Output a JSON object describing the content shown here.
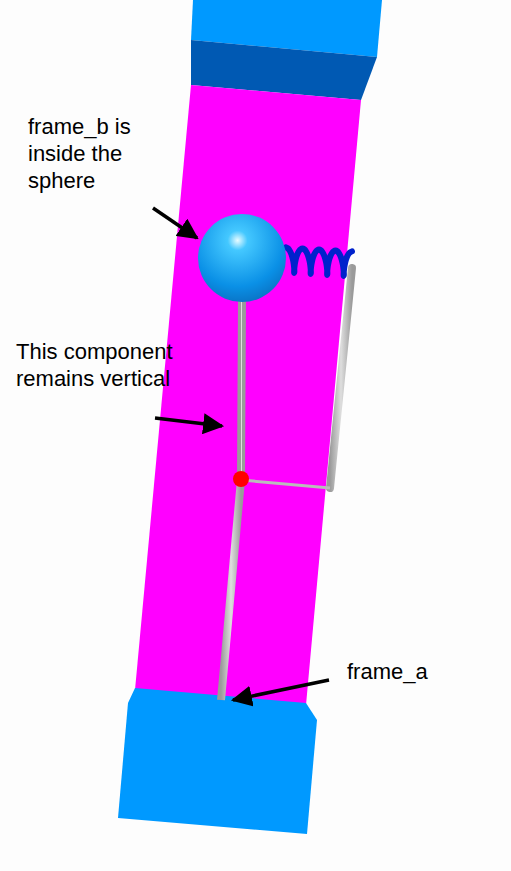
{
  "diagram": {
    "labels": [
      "frame_b is inside the sphere",
      "This component remains vertical",
      "frame_a"
    ]
  }
}
